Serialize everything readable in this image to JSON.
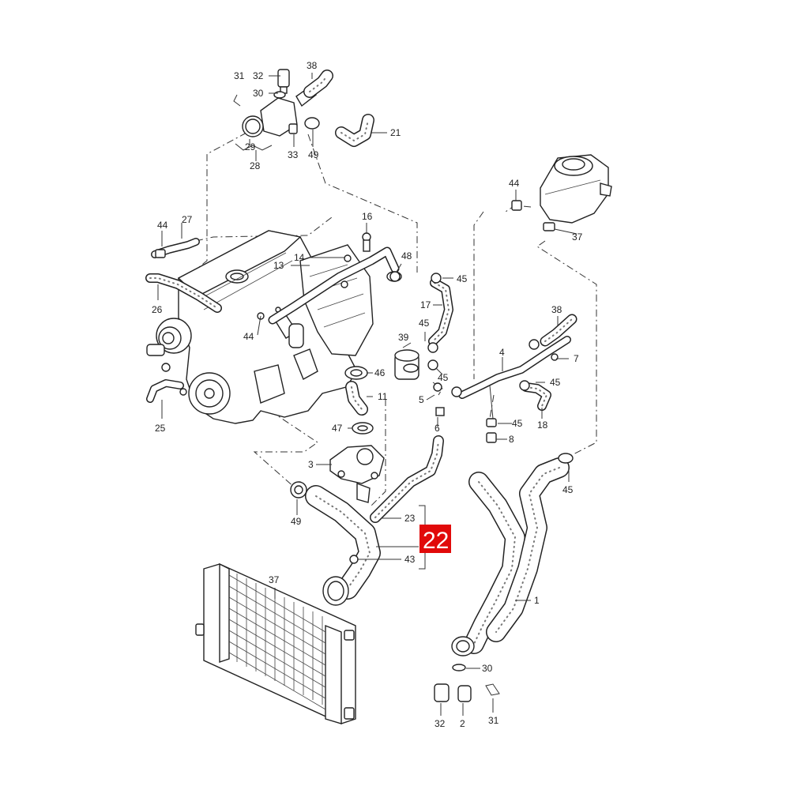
{
  "highlight": {
    "label": "22",
    "color": "#e10a0a"
  },
  "callouts": {
    "c1": "1",
    "c2": "2",
    "c3": "3",
    "c4": "4",
    "c5": "5",
    "c6": "6",
    "c7": "7",
    "c8": "8",
    "c11": "11",
    "c13": "13",
    "c14": "14",
    "c16": "16",
    "c17": "17",
    "c18": "18",
    "c21": "21",
    "c23": "23",
    "c25": "25",
    "c26": "26",
    "c27": "27",
    "c28": "28",
    "c29": "29",
    "c30a": "30",
    "c30b": "30",
    "c31a": "31",
    "c31b": "31",
    "c32a": "32",
    "c32b": "32",
    "c33": "33",
    "c37a": "37",
    "c37b": "37",
    "c38a": "38",
    "c38b": "38",
    "c39": "39",
    "c43": "43",
    "c44a": "44",
    "c44b": "44",
    "c44c": "44",
    "c45a": "45",
    "c45b": "45",
    "c45c": "45",
    "c45d": "45",
    "c45e": "45",
    "c45f": "45",
    "c46": "46",
    "c47": "47",
    "c48": "48",
    "c49a": "49",
    "c49b": "49"
  }
}
